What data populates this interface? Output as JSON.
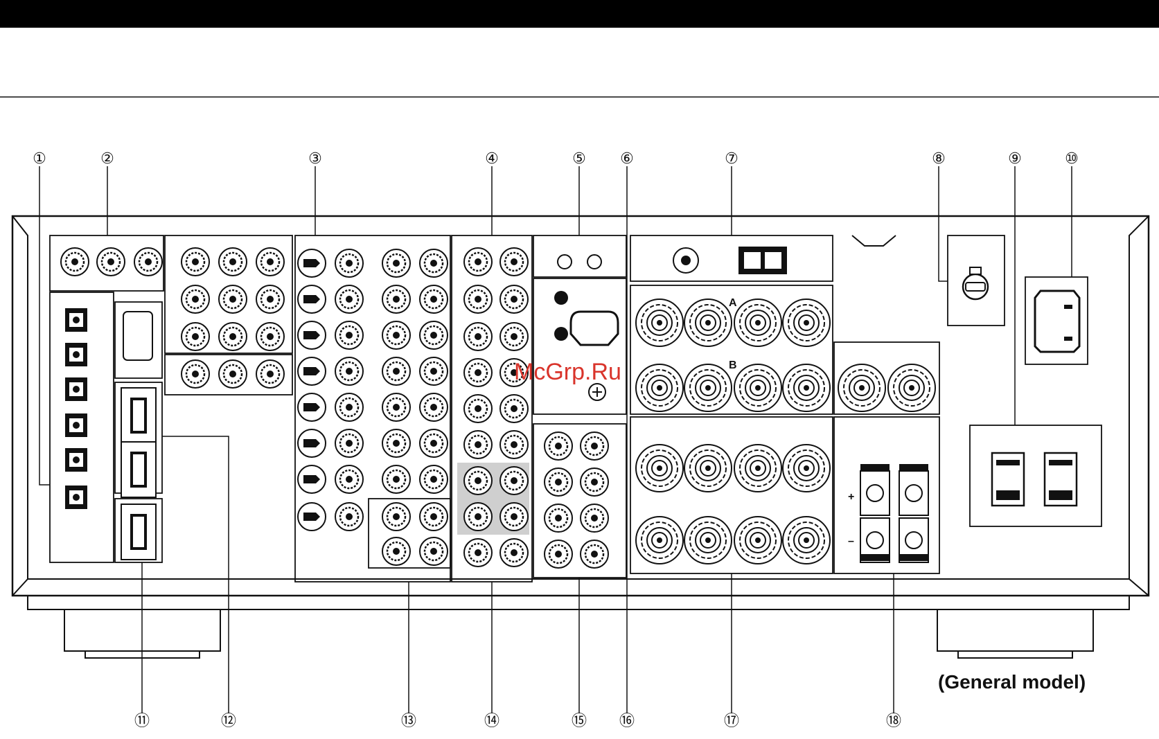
{
  "callouts": [
    {
      "id": "1",
      "label": "①"
    },
    {
      "id": "2",
      "label": "②"
    },
    {
      "id": "3",
      "label": "③"
    },
    {
      "id": "4",
      "label": "④"
    },
    {
      "id": "5",
      "label": "⑤"
    },
    {
      "id": "6",
      "label": "⑥"
    },
    {
      "id": "7",
      "label": "⑦"
    },
    {
      "id": "8",
      "label": "⑧"
    },
    {
      "id": "9",
      "label": "⑨"
    },
    {
      "id": "10",
      "label": "⑩"
    },
    {
      "id": "11",
      "label": "⑪"
    },
    {
      "id": "12",
      "label": "⑫"
    },
    {
      "id": "13",
      "label": "⑬"
    },
    {
      "id": "14",
      "label": "⑭"
    },
    {
      "id": "15",
      "label": "⑮"
    },
    {
      "id": "16",
      "label": "⑯"
    },
    {
      "id": "17",
      "label": "⑰"
    },
    {
      "id": "18",
      "label": "⑱"
    }
  ],
  "panel": {
    "speaker_a": "A",
    "speaker_b": "B",
    "plus": "+",
    "minus": "–",
    "model_note": "(General model)"
  },
  "watermark": "McGrp.Ru",
  "colors": {
    "header_bar": "#000000",
    "line": "#111111",
    "watermark": "#d9342b",
    "shaded_panel": "#cfcfcf"
  }
}
